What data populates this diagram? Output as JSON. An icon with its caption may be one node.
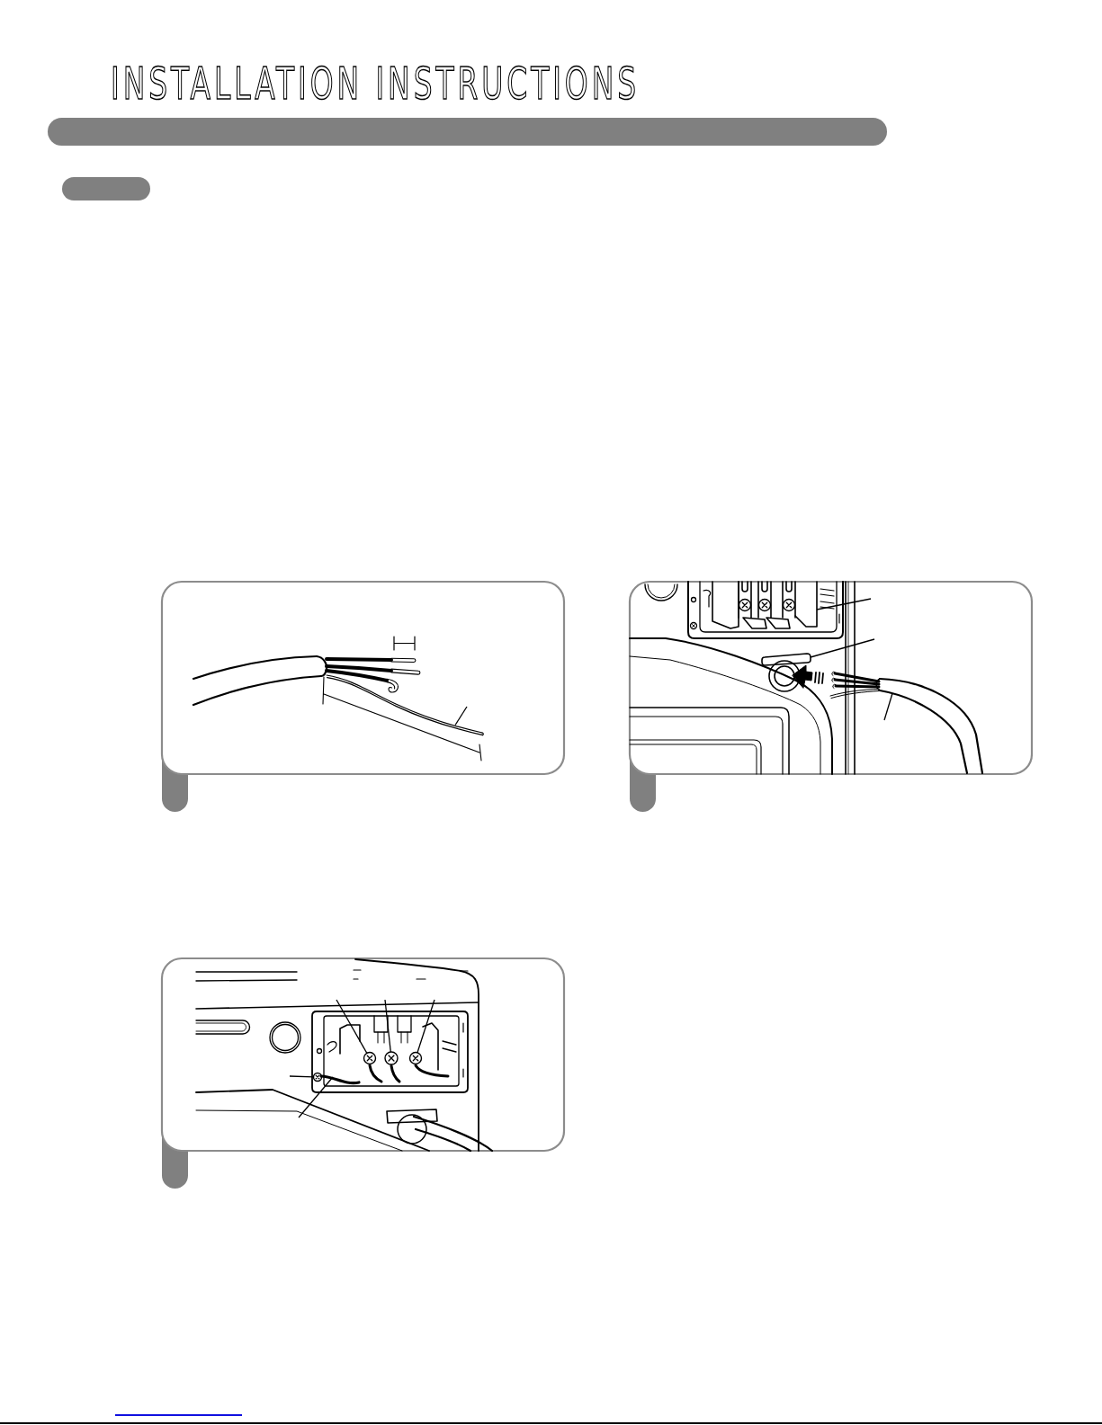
{
  "diagram": {
    "title": "INSTALLATION INSTRUCTIONS",
    "nodes": [
      {
        "text": [],
        "shape": "bar"
      },
      {
        "text": [],
        "shape": "wire"
      },
      {
        "text": [],
        "shape": "block"
      },
      {
        "text": [],
        "shape": "clamp"
      },
      {
        "text": [],
        "shape": "cord"
      },
      {
        "text": [],
        "shape": "screw"
      },
      {
        "text": [],
        "shape": "screw"
      },
      {
        "text": [],
        "shape": "screw"
      },
      {
        "text": [],
        "shape": "screw"
      },
      {
        "text": [],
        "shape": "wire"
      }
    ],
    "edges": [
      {
        "from": null,
        "to": 1,
        "arrow": "none"
      },
      {
        "from": null,
        "to": 2,
        "arrow": "none"
      },
      {
        "from": null,
        "to": 3,
        "arrow": "none"
      },
      {
        "from": null,
        "to": 4,
        "arrow": "none"
      },
      {
        "from": null,
        "to": 5,
        "arrow": "none"
      },
      {
        "from": null,
        "to": 6,
        "arrow": "none"
      },
      {
        "from": null,
        "to": 7,
        "arrow": "none"
      },
      {
        "from": null,
        "to": 8,
        "arrow": "none"
      },
      {
        "from": null,
        "to": 9,
        "arrow": "none"
      }
    ]
  }
}
